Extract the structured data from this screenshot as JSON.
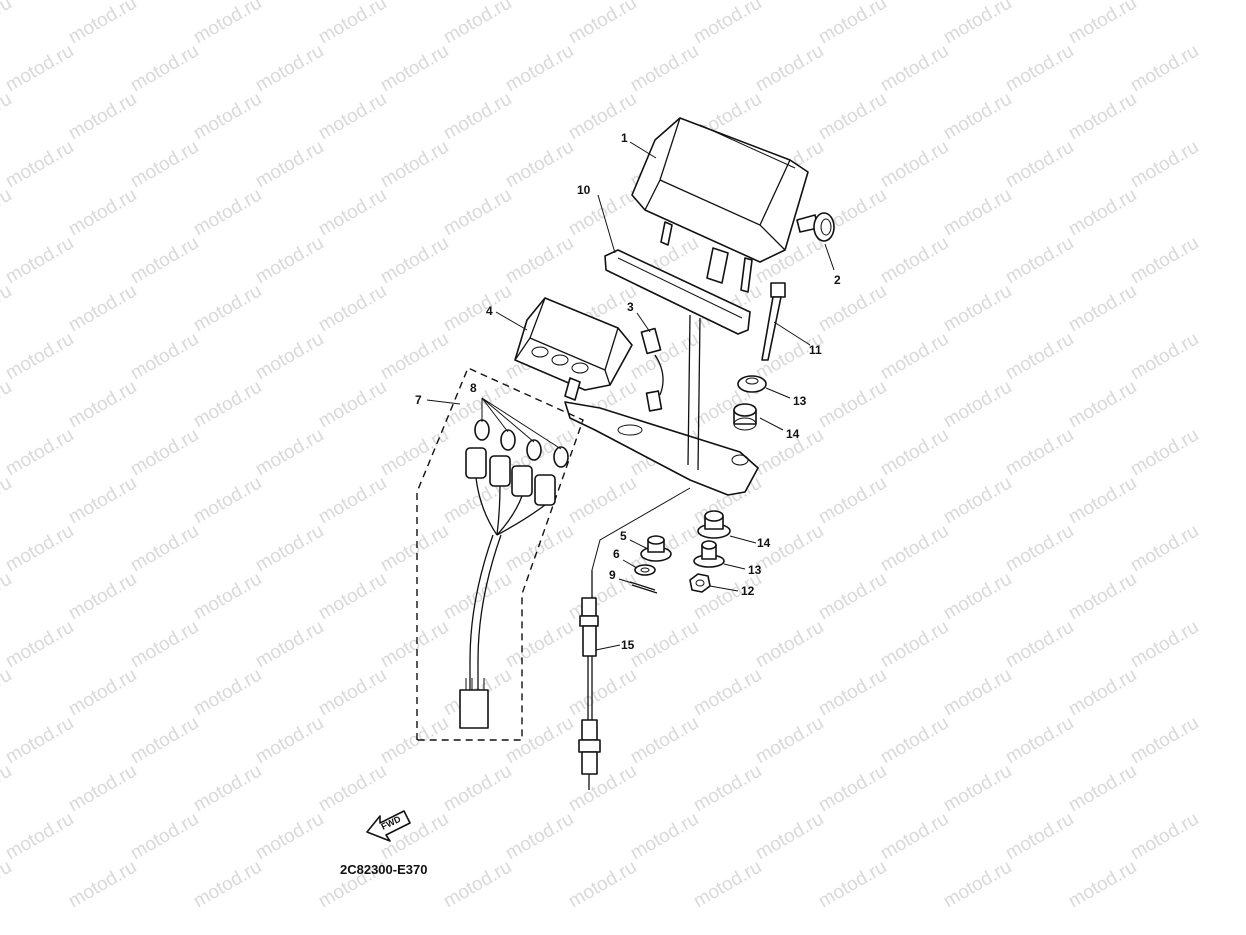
{
  "watermark": "motod.ru",
  "diagram_code": "2C82300-E370",
  "fwd_label": "FWD",
  "callouts": [
    "1",
    "2",
    "3",
    "4",
    "5",
    "6",
    "7",
    "8",
    "9",
    "10",
    "11",
    "12",
    "13",
    "13",
    "14",
    "14",
    "15"
  ]
}
